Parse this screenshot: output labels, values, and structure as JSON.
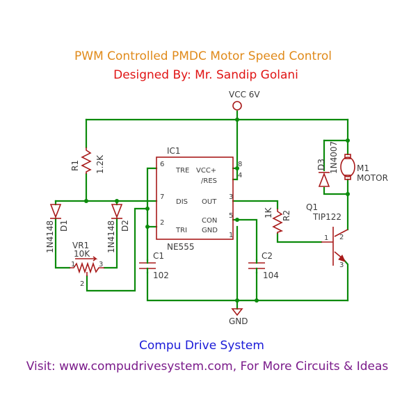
{
  "header": {
    "title": "PWM Controlled PMDC Motor Speed Control",
    "designer": "Designed By: Mr. Sandip Golani"
  },
  "footer": {
    "company": "Compu Drive System",
    "visit": "Visit: www.compudrivesystem.com, For More Circuits & Ideas"
  },
  "power": {
    "vcc": "VCC 6V",
    "gnd": "GND"
  },
  "ic": {
    "ref": "IC1",
    "part": "NE555",
    "pins": {
      "tre": "TRE",
      "vcc": "VCC+",
      "res": "/RES",
      "dis": "DIS",
      "out": "OUT",
      "tri": "TRI",
      "con": "CON",
      "gnd": "GND"
    },
    "pin_numbers": {
      "p6": "6",
      "p8": "8",
      "p4": "4",
      "p7": "7",
      "p3": "3",
      "p2": "2",
      "p5": "5",
      "p1": "1"
    }
  },
  "r1": {
    "ref": "R1",
    "value": "1.2K"
  },
  "r2": {
    "ref": "R2",
    "value": "1K"
  },
  "d1": {
    "ref": "D1",
    "part": "1N4148"
  },
  "d2": {
    "ref": "D2",
    "part": "1N4148"
  },
  "d3": {
    "ref": "D3",
    "part": "1N4007"
  },
  "vr1": {
    "ref": "VR1",
    "value": "10K",
    "pins": [
      "1",
      "2",
      "3"
    ]
  },
  "c1": {
    "ref": "C1",
    "value": "102"
  },
  "c2": {
    "ref": "C2",
    "value": "104"
  },
  "q1": {
    "ref": "Q1",
    "part": "TIP122",
    "pins": [
      "1",
      "2",
      "3"
    ]
  },
  "m1": {
    "ref": "M1",
    "part": "MOTOR"
  },
  "colors": {
    "wire": "#0b8a0b",
    "component": "#a81a1a",
    "title": "#e08a1a",
    "designer": "#e01414",
    "company": "#1a1ad8",
    "visit": "#7a1a8a"
  }
}
